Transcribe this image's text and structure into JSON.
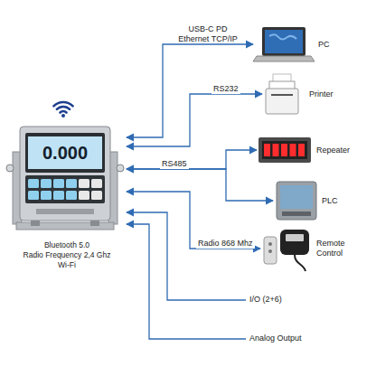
{
  "diagram": {
    "nodes": [
      {
        "text": [
          "Bluetooth 5.0",
          "Radio Frequency 2,4 Ghz",
          "Wi-Fi"
        ]
      },
      {
        "text": [
          "PC"
        ]
      },
      {
        "text": [
          "Printer"
        ]
      },
      {
        "text": [
          "Repeater"
        ]
      },
      {
        "text": [
          "PLC"
        ]
      },
      {
        "text": [
          "Remote Control"
        ]
      }
    ],
    "edges": [
      {
        "from": 0,
        "to": 1,
        "arrow": "both",
        "label": "USB-C PD Ethernet TCP/IP"
      },
      {
        "from": 0,
        "to": 2,
        "arrow": "both",
        "label": "RS232"
      },
      {
        "from": 0,
        "to": 3,
        "arrow": "both",
        "label": "RS485"
      },
      {
        "from": 0,
        "to": 4,
        "arrow": "both"
      },
      {
        "from": 0,
        "to": 5,
        "arrow": "both",
        "label": "Radio 868 Mhz"
      }
    ],
    "labels": [
      "0.000",
      "I/O (2+6)",
      "Analog Output"
    ]
  }
}
